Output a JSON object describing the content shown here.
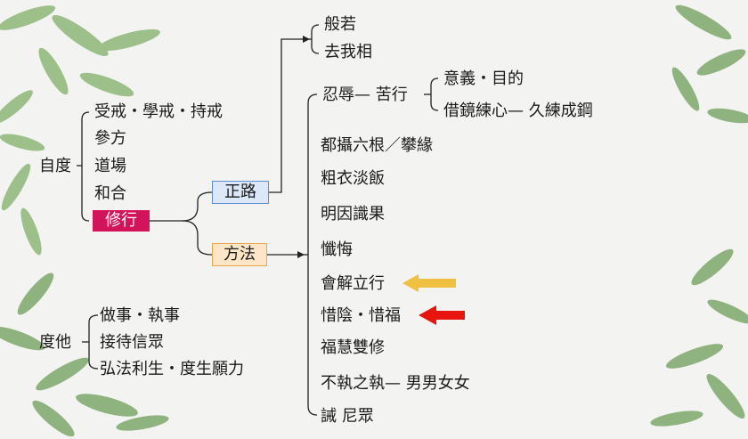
{
  "left": {
    "self_root": "自度",
    "self_items": [
      "受戒・學戒・持戒",
      "參方",
      "道場",
      "和合"
    ],
    "practice": "修行",
    "other_root": "度他",
    "other_items": [
      "做事・執事",
      "接待信眾",
      "弘法利生・度生願力"
    ]
  },
  "middle": {
    "zhenglu": "正路",
    "fangfa": "方法"
  },
  "zhenglu_items": [
    "般若",
    "去我相"
  ],
  "fangfa": {
    "renru": "忍辱— 苦行",
    "renru_items": [
      "意義・目的",
      "借鏡練心— 久練成鋼"
    ],
    "items": [
      "都攝六根／攀緣",
      "粗衣淡飯",
      "明因識果",
      "懺悔",
      "會解立行",
      "惜陰・惜福",
      "福慧雙修",
      "不執之執— 男男女女",
      "誡 尼眾"
    ]
  },
  "colors": {
    "magenta": "#d4145a",
    "blue_fill": "#dce8f7",
    "orange_fill": "#fde6c8",
    "arrow_gold": "#f0c040",
    "arrow_red": "#e8150f",
    "leaf": "#7ea86a"
  }
}
